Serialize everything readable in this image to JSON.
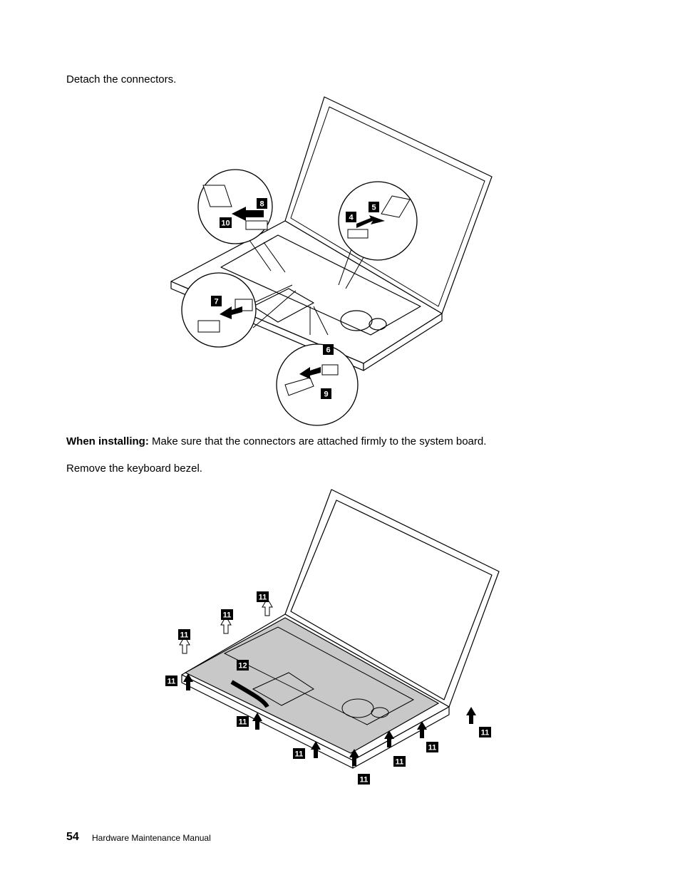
{
  "page": {
    "instruction_1": "Detach the connectors.",
    "note_label": "When installing:",
    "note_text": "Make sure that the connectors are attached firmly to the system board.",
    "instruction_2": "Remove the keyboard bezel."
  },
  "figure1": {
    "callouts": [
      "4",
      "5",
      "6",
      "7",
      "8",
      "9",
      "10"
    ]
  },
  "figure2": {
    "callouts": [
      "11",
      "11",
      "11",
      "11",
      "11",
      "11",
      "11",
      "11",
      "11",
      "11",
      "12"
    ]
  },
  "footer": {
    "page_number": "54",
    "manual_title": "Hardware Maintenance Manual"
  }
}
